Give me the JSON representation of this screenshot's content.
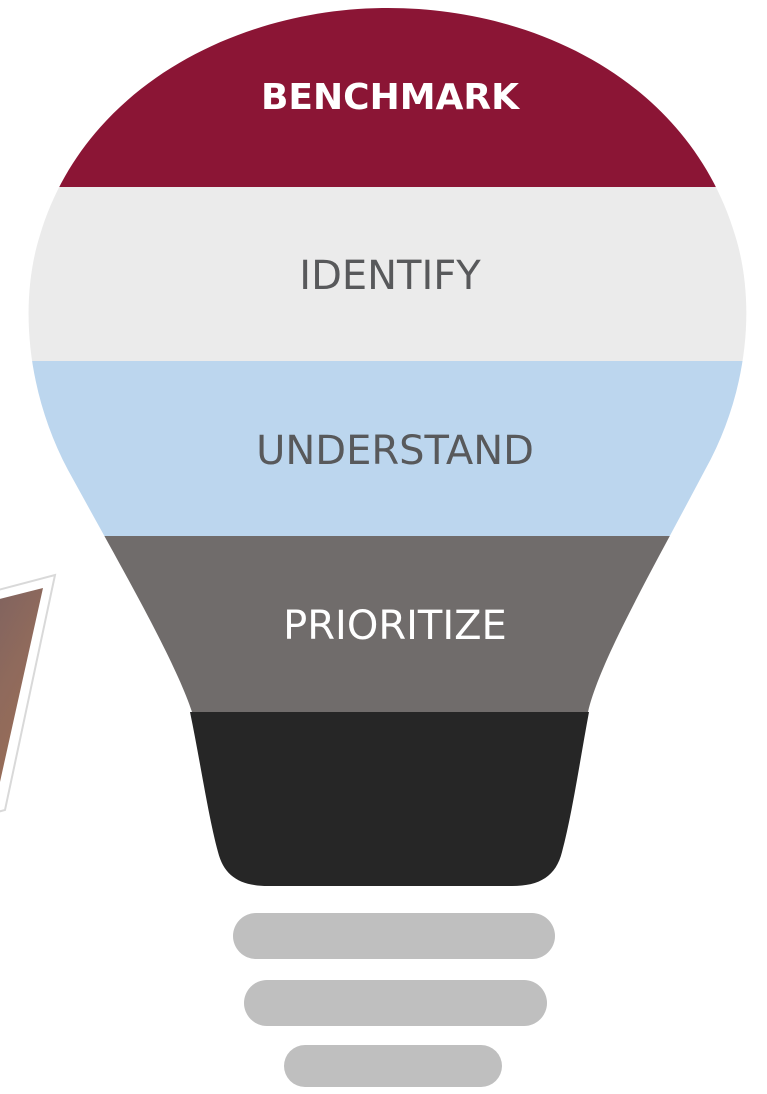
{
  "bulb": {
    "layers": [
      {
        "label": "BENCHMARK",
        "fill": "#8b1535",
        "text_color": "#ffffff"
      },
      {
        "label": "IDENTIFY",
        "fill": "#ebebeb",
        "text_color": "#58595b"
      },
      {
        "label": "UNDERSTAND",
        "fill": "#bcd6ee",
        "text_color": "#58595b"
      },
      {
        "label": "PRIORITIZE",
        "fill": "#706c6b",
        "text_color": "#ffffff"
      }
    ],
    "base_color": "#262626",
    "thread_color": "#bfbfbf"
  },
  "photo": {
    "frame_color": "#ffffff",
    "image_colors": [
      "#6e5a63",
      "#8f6a5c",
      "#a06f52"
    ]
  }
}
